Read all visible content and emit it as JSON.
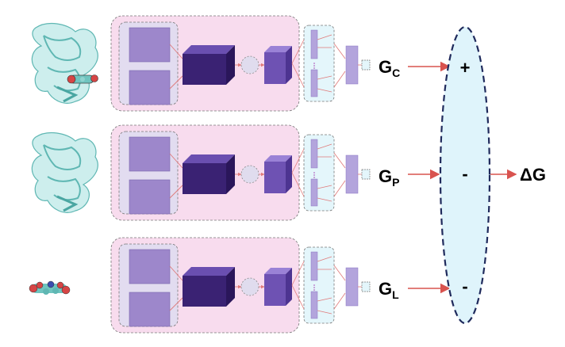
{
  "pipelines": [
    {
      "id": "complex",
      "molecule": "protein-ligand-complex",
      "label_main": "G",
      "label_sub": "C",
      "sign": "+"
    },
    {
      "id": "protein",
      "molecule": "protein",
      "label_main": "G",
      "label_sub": "P",
      "sign": "-"
    },
    {
      "id": "ligand",
      "molecule": "ligand",
      "label_main": "G",
      "label_sub": "L",
      "sign": "-"
    }
  ],
  "result": {
    "label": "ΔG"
  },
  "colors": {
    "pipeline_bg": "#f8dcee",
    "input_panel_bg": "#e2dcf0",
    "input_tile": "#9d87cb",
    "conv_cube": "#3a2273",
    "pool_circle": "#e0dcee",
    "conv_cube_2": "#6e52b3",
    "fc_panel_bg": "#e4f6fb",
    "fc_bar": "#b3a4dc",
    "connector": "#e07a7a",
    "arrow": "#d9534f",
    "sum_ellipse_fill": "#dff4fb",
    "sum_ellipse_stroke": "#1f2a5c",
    "protein": "#8fd3cf",
    "ligand_atom": "#d64545"
  }
}
